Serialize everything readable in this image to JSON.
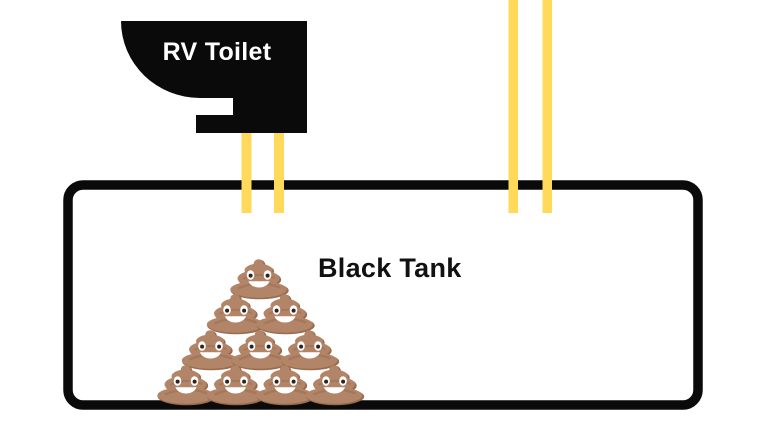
{
  "toilet": {
    "label": "RV Toilet"
  },
  "tank": {
    "label": "Black Tank"
  },
  "pipes": {
    "from_toilet_count": 2,
    "from_top_count": 2
  },
  "poop_pyramid": {
    "rows": [
      1,
      2,
      3,
      4
    ],
    "total": 10
  },
  "colors": {
    "outline_black": "#0A0A0A",
    "pipe_yellow": "#FFD95A",
    "tank_fill": "#FFFFFF",
    "poop_body": "#B28568",
    "poop_shade": "#9A6B4E",
    "poop_eye": "#FFFFFF",
    "poop_pupil": "#33221B"
  }
}
